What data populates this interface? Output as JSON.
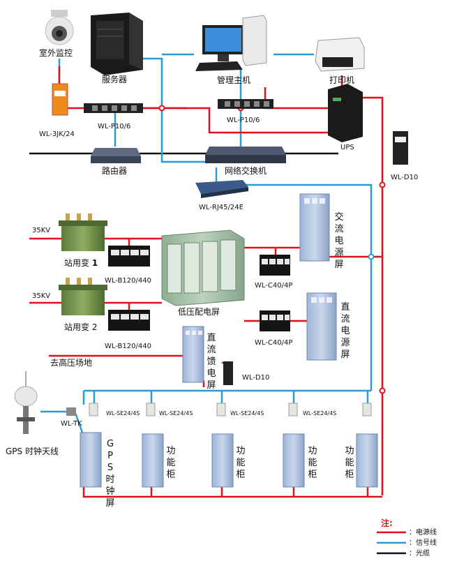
{
  "labels": {
    "camera": "室外监控",
    "server": "服务器",
    "admin_host": "管理主机",
    "printer": "打印机",
    "surge_3jk": "WL-3JK/24",
    "pdu_left": "WL-P10/6",
    "pdu_right": "WL-P10/6",
    "ups": "UPS",
    "router": "路由器",
    "switch": "网络交换机",
    "d10_top": "WL-D10",
    "rj45": "WL-RJ45/24E",
    "v35_1": "35KV",
    "v35_2": "35KV",
    "transformer1": "站用变",
    "transformer1_num": "1",
    "transformer2": "站用变 2",
    "b120_1": "WL-B120/440",
    "b120_2": "WL-B120/440",
    "lv_panel": "低压配电屏",
    "c40_1": "WL-C40/4P",
    "c40_2": "WL-C40/4P",
    "ac_panel": "交流电源屏",
    "dc_panel": "直流电源屏",
    "dc_feed_panel": "直流馈电屏",
    "d10_mid": "WL-D10",
    "high_voltage": "去高压场地",
    "gps_antenna": "GPS 时钟天线",
    "wl_tk": "WL-TK",
    "se24_1": "WL-SE24/4S",
    "se24_2": "WL-SE24/4S",
    "se24_3": "WL-SE24/4S",
    "se24_4": "WL-SE24/4S",
    "gps_cabinet": "GPS时钟屏",
    "func_cab_1": "功能柜",
    "func_cab_2": "功能柜",
    "func_cab_3": "功能柜",
    "func_cab_4": "功能柜"
  },
  "legend": {
    "title": "注:",
    "items": [
      {
        "label": "：电源线",
        "color": "#e0101a"
      },
      {
        "label": "：信号线",
        "color": "#2a9ad6"
      },
      {
        "label": "：光缆",
        "color": "#111111"
      }
    ]
  },
  "colors": {
    "power": "#e0101a",
    "signal": "#2a9ad6",
    "fiber": "#111111"
  }
}
